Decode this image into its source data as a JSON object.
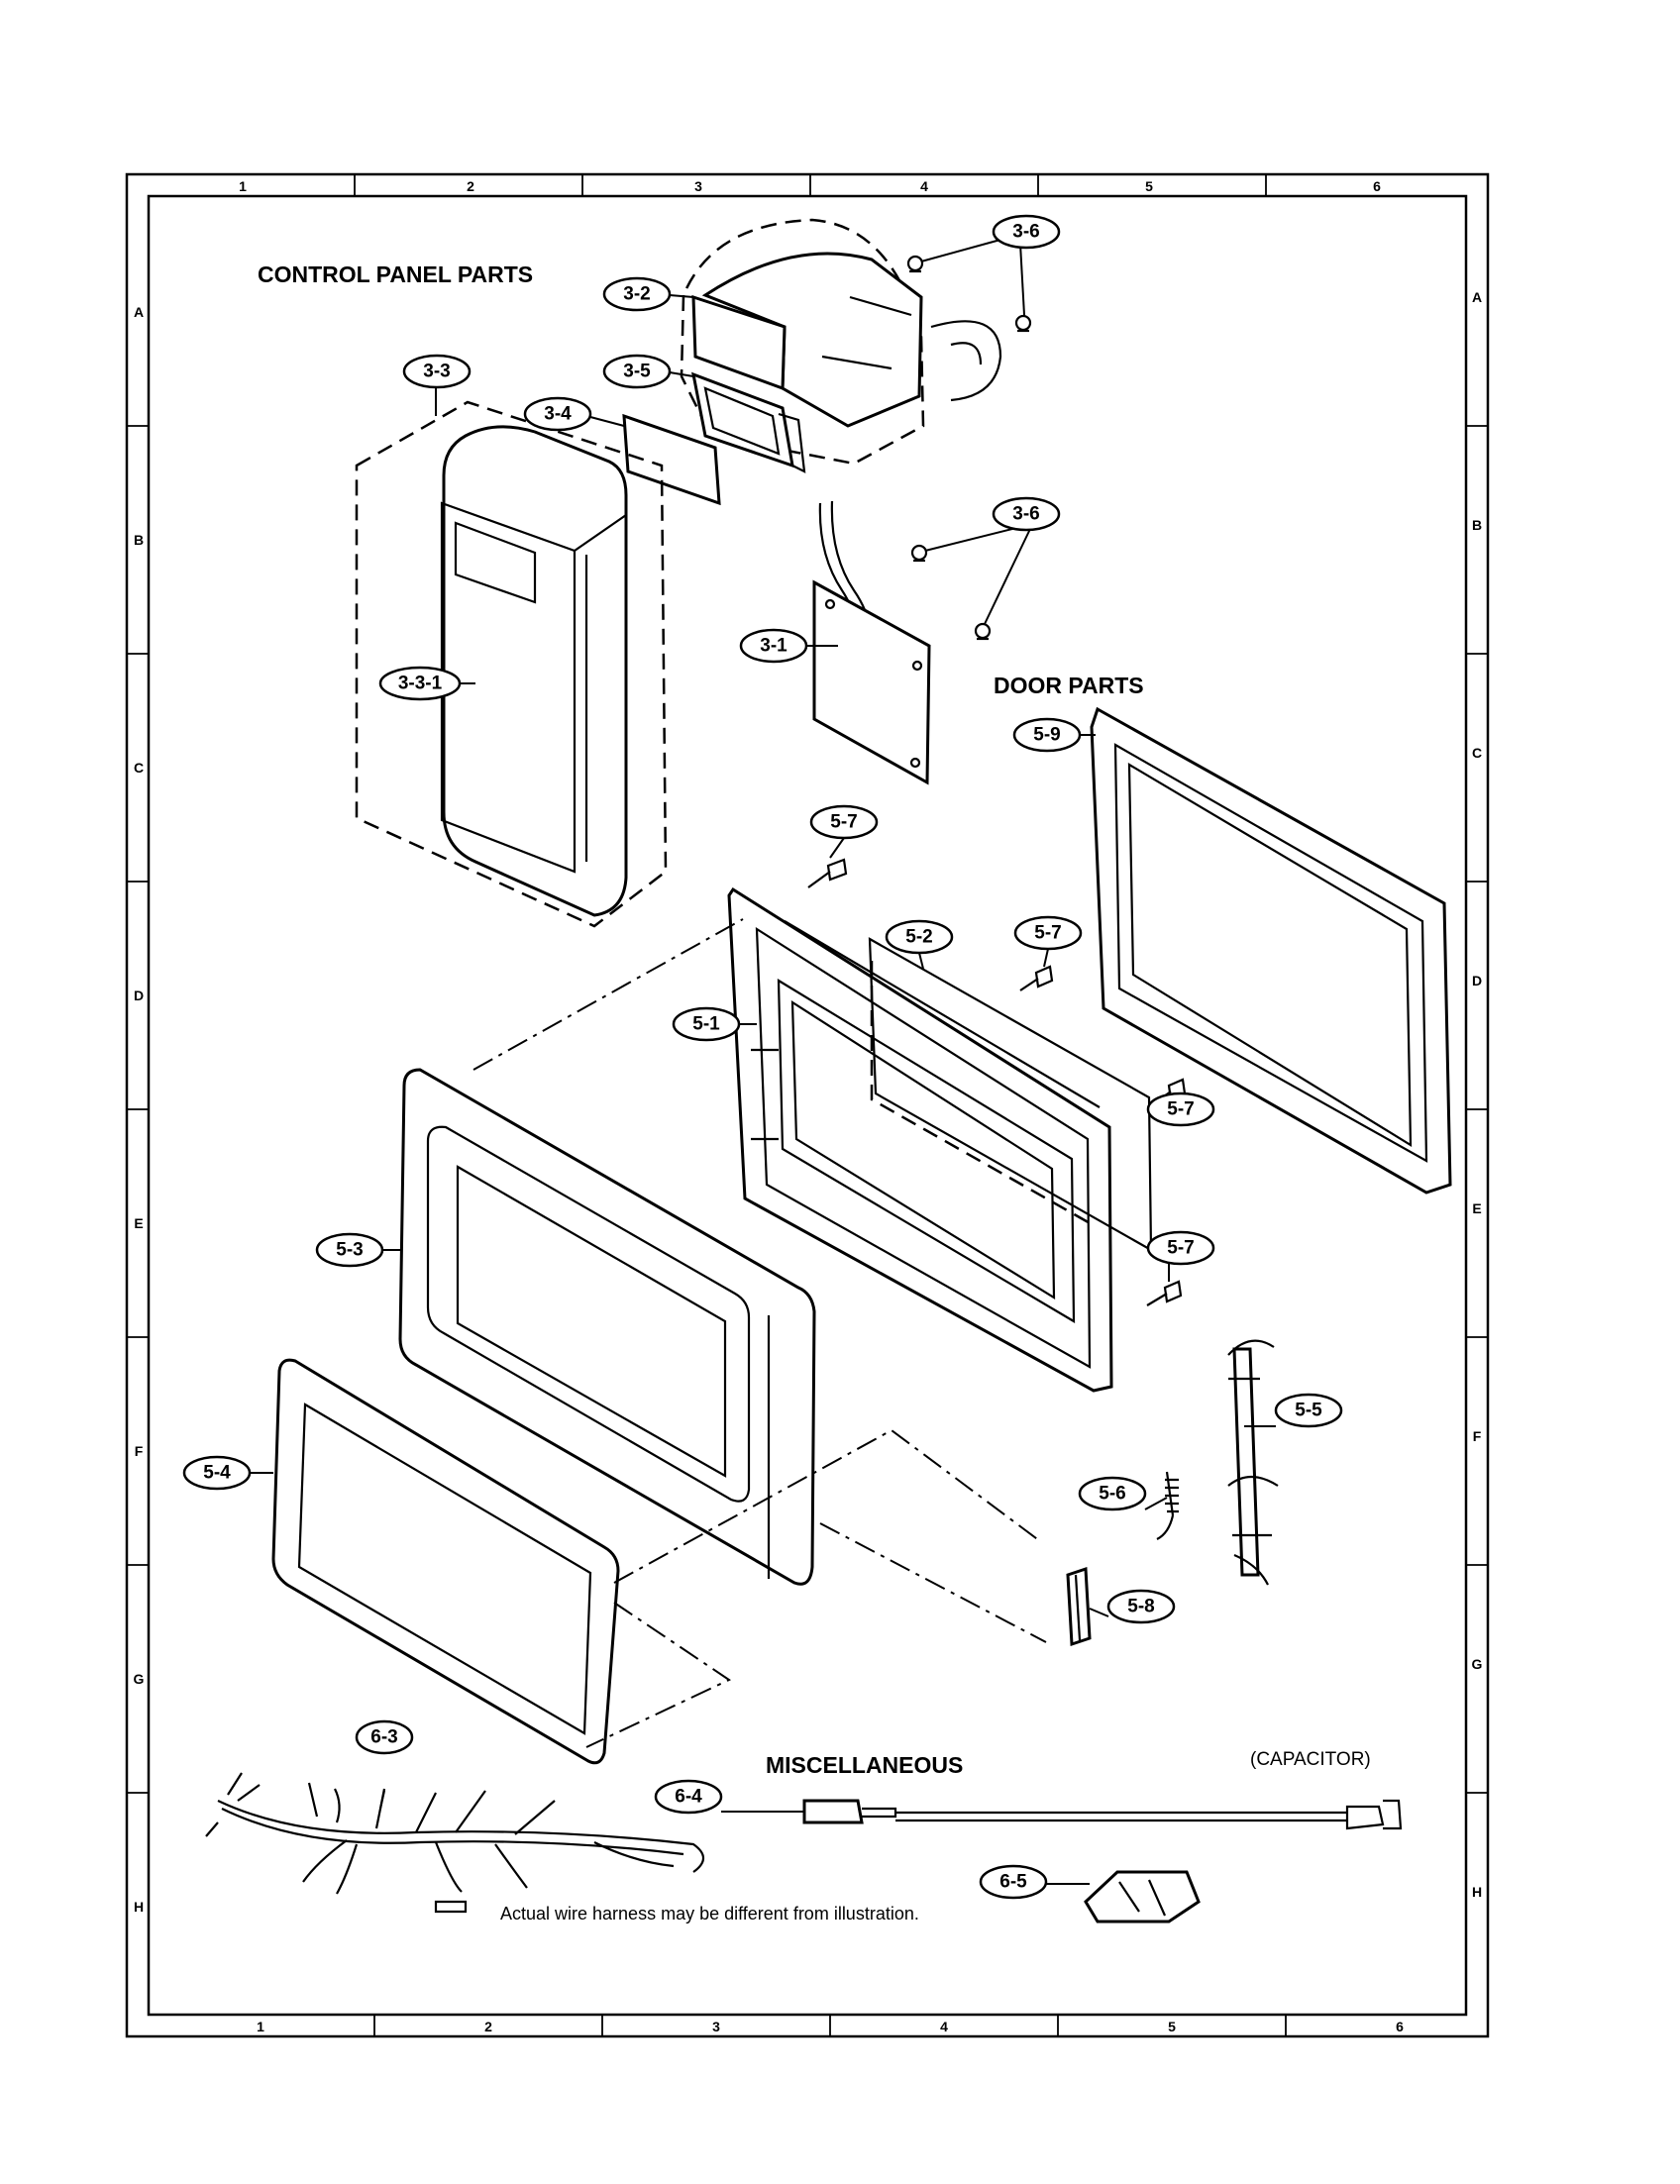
{
  "sections": {
    "control_panel": "CONTROL PANEL PARTS",
    "door": "DOOR PARTS",
    "misc": "MISCELLANEOUS"
  },
  "zones": {
    "columns": [
      "1",
      "2",
      "3",
      "4",
      "5",
      "6"
    ],
    "rows": [
      "A",
      "B",
      "C",
      "D",
      "E",
      "F",
      "G",
      "H"
    ]
  },
  "labels": {
    "3-2": "3-2",
    "3-6a": "3-6",
    "3-5": "3-5",
    "3-3": "3-3",
    "3-4": "3-4",
    "3-6b": "3-6",
    "3-1": "3-1",
    "3-3-1": "3-3-1",
    "5-9": "5-9",
    "5-7a": "5-7",
    "5-2": "5-2",
    "5-7b": "5-7",
    "5-1": "5-1",
    "5-7c": "5-7",
    "5-3": "5-3",
    "5-7d": "5-7",
    "5-5": "5-5",
    "5-4": "5-4",
    "5-6": "5-6",
    "5-8": "5-8",
    "6-3": "6-3",
    "6-4": "6-4",
    "6-5": "6-5"
  },
  "notes": {
    "capacitor": "(CAPACITOR)",
    "harness": "Actual wire harness may be different from illustration."
  }
}
